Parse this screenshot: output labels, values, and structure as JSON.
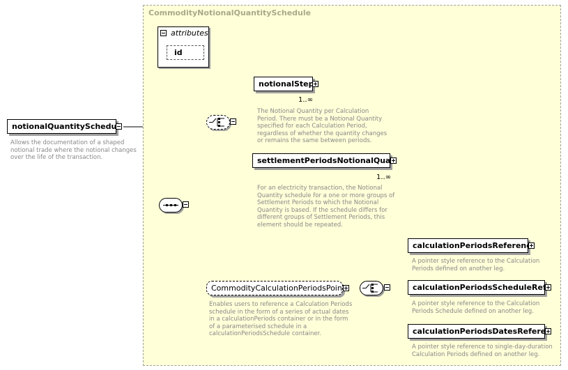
{
  "root": {
    "name": "notionalQuantitySchedule",
    "description": "Allows the documentation of a shaped\nnotional trade where the notional changes\nover the life of the transaction."
  },
  "type_name": "CommodityNotionalQuantitySchedule",
  "attributes": {
    "title": "attributes",
    "items": [
      "id"
    ]
  },
  "elements": {
    "notional_step": {
      "name": "notionalStep",
      "multiplicity": "1..∞",
      "description": "The Notional Quantity per Calculation\nPeriod. There must be a Notional Quantity\nspecified for each Calculation Period,\nregardless of whether the quantity changes\nor remains the same between periods."
    },
    "settlement_periods": {
      "name": "settlementPeriodsNotionalQua...",
      "multiplicity": "1..∞",
      "description": "For an electricity transaction, the Notional\nQuantity schedule for a one or more groups of\nSettlement Periods to which the Notional\nQuantity is based. If the schedule differs for\ndifferent groups of Settlement Periods, this\nelement should be repeated."
    },
    "group": {
      "name": "CommodityCalculationPeriodsPointer....",
      "description": "Enables users to reference a Calculation Periods\nschedule in the form of a series of actual dates\nin a calculationPeriods container or in the form\nof a parameterised schedule in a\ncalculationPeriodsSchedule container."
    },
    "calc_periods_ref": {
      "name": "calculationPeriodsReference",
      "description": "A pointer style reference to the Calculation\nPeriods defined on another leg."
    },
    "calc_periods_schedule_ref": {
      "name": "calculationPeriodsScheduleRef...",
      "description": "A pointer style reference to the Calculation\nPeriods Schedule defined on another leg."
    },
    "calc_periods_dates_ref": {
      "name": "calculationPeriodsDatesRefere...",
      "description": "A pointer style reference to single-day-duration\nCalculation Periods defined on another leg."
    }
  }
}
